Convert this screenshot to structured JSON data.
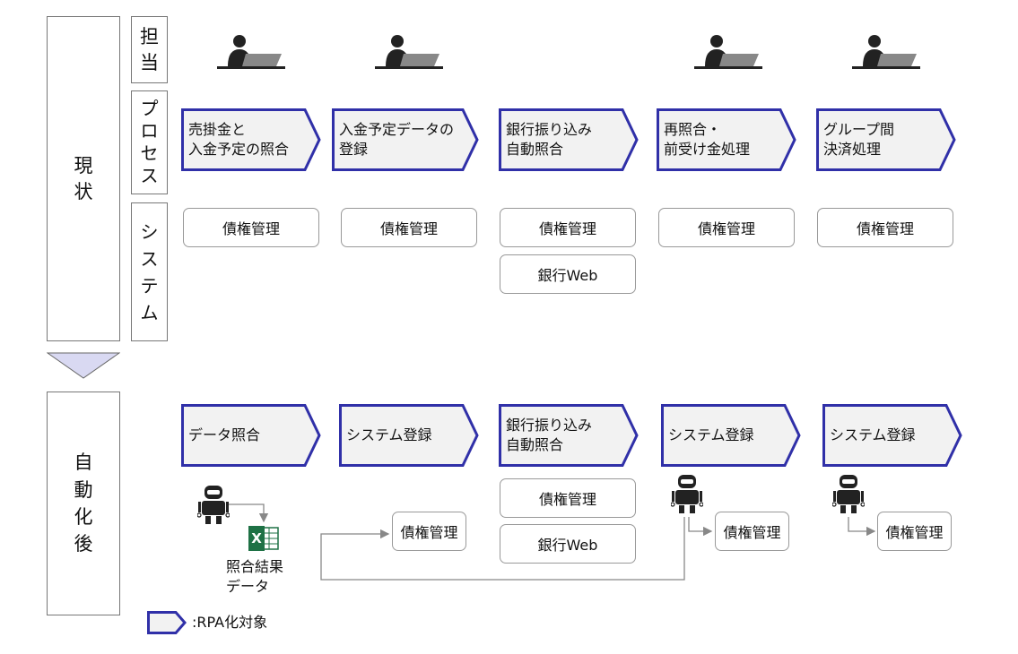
{
  "current_state_label": [
    "現",
    "状"
  ],
  "row_labels": {
    "owner": [
      "担",
      "当"
    ],
    "process": [
      "プ",
      "ロ",
      "セ",
      "ス"
    ],
    "system": [
      "シ",
      "ス",
      "テ",
      "ム"
    ]
  },
  "after_label": [
    "自",
    "動",
    "化",
    "後"
  ],
  "current_processes": [
    "売掛金と\n入金予定の照合",
    "入金予定データの\n登録",
    "銀行振り込み\n自動照合",
    "再照合・\n前受け金処理",
    "グループ間\n決済処理"
  ],
  "current_systems": [
    [
      "債権管理"
    ],
    [
      "債権管理"
    ],
    [
      "債権管理",
      "銀行Web"
    ],
    [
      "債権管理"
    ],
    [
      "債権管理"
    ]
  ],
  "after_processes": [
    "データ照合",
    "システム登録",
    "銀行振り込み\n自動照合",
    "システム登録",
    "システム登録"
  ],
  "after_systems": {
    "col2": "債権管理",
    "col3": [
      "債権管理",
      "銀行Web"
    ],
    "col4": "債権管理",
    "col5": "債権管理"
  },
  "excel_label": "X",
  "result_caption": [
    "照合結果",
    "データ"
  ],
  "legend_label": ":RPA化対象",
  "colors": {
    "chevron_fill": "#f2f2f2",
    "chevron_border": "#3030a8",
    "arrow_down_fill": "#d9d9f2",
    "excel_green": "#1e7145"
  }
}
